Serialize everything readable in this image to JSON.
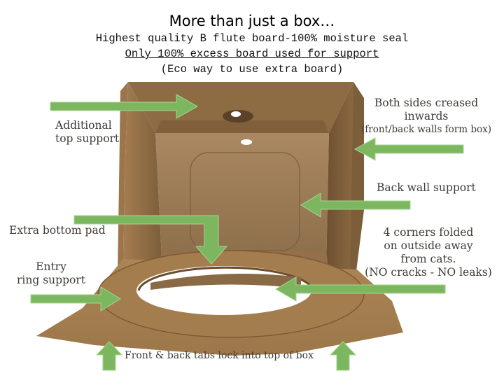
{
  "header": {
    "title": "More than just a box…",
    "line1": "Highest quality B flute board-100% moisture seal",
    "line2": "Only 100% excess board used for support",
    "line3": "(Eco way to use extra board)"
  },
  "callouts": {
    "top_support": [
      "Additional",
      "top support"
    ],
    "sides_creased": [
      "Both sides creased",
      "inwards",
      "(front/back walls form box)"
    ],
    "back_wall": "Back wall support",
    "bottom_pad": "Extra bottom pad",
    "entry_ring": [
      "Entry",
      "ring support"
    ],
    "corners": [
      "4 corners folded",
      "on outside away",
      "from cats.",
      "(NO cracks - NO leaks)"
    ],
    "tabs": "Front & back tabs lock into top of box"
  },
  "colors": {
    "arrow": "#7cb760",
    "cardboard": "#a47f53",
    "cardboard_dark": "#6f532f",
    "cardboard_light": "#b48c5e"
  }
}
